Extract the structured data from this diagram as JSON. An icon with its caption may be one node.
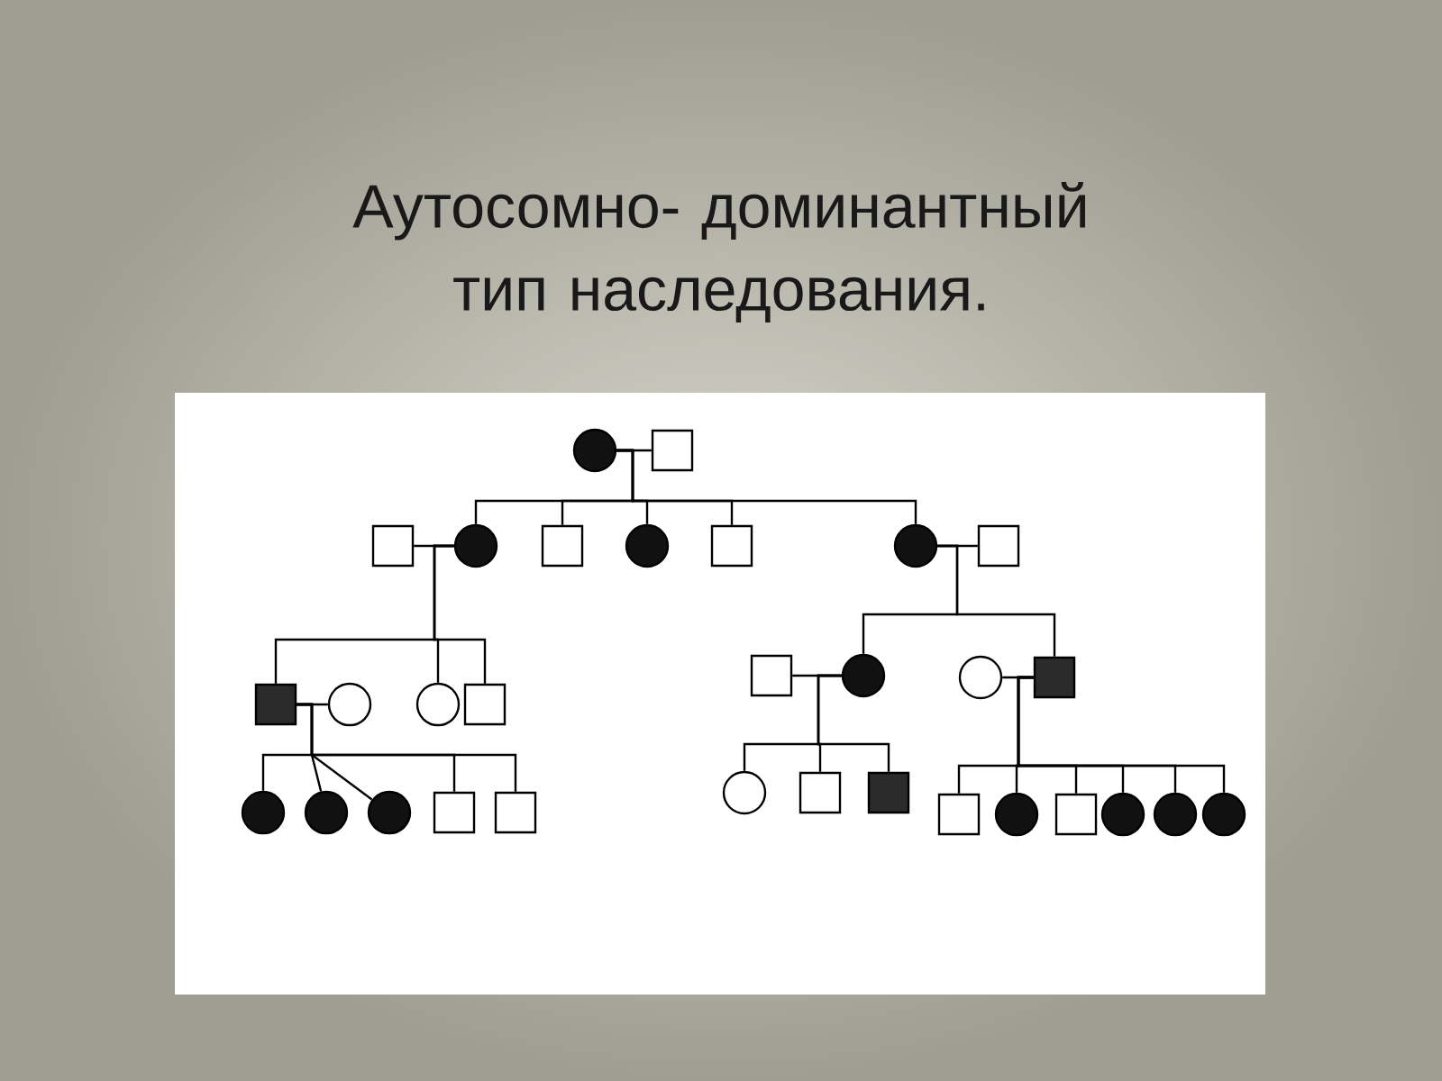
{
  "diagram": {
    "title": "Аутосомно- доминантный тип наследования.",
    "nodes": [
      {
        "text": [],
        "shape": "disc"
      },
      {
        "text": [],
        "shape": "box"
      },
      {
        "text": [],
        "shape": "box"
      },
      {
        "text": [],
        "shape": "disc"
      },
      {
        "text": [],
        "shape": "box"
      },
      {
        "text": [],
        "shape": "disc"
      },
      {
        "text": [],
        "shape": "box"
      },
      {
        "text": [],
        "shape": "disc"
      },
      {
        "text": [],
        "shape": "box"
      },
      {
        "text": [],
        "shape": "block"
      },
      {
        "text": [],
        "shape": "circle"
      },
      {
        "text": [],
        "shape": "circle"
      },
      {
        "text": [],
        "shape": "box"
      },
      {
        "text": [],
        "shape": "box"
      },
      {
        "text": [],
        "shape": "disc"
      },
      {
        "text": [],
        "shape": "circle"
      },
      {
        "text": [],
        "shape": "block"
      },
      {
        "text": [],
        "shape": "disc"
      },
      {
        "text": [],
        "shape": "disc"
      },
      {
        "text": [],
        "shape": "disc"
      },
      {
        "text": [],
        "shape": "box"
      },
      {
        "text": [],
        "shape": "box"
      },
      {
        "text": [],
        "shape": "circle"
      },
      {
        "text": [],
        "shape": "box"
      },
      {
        "text": [],
        "shape": "block"
      },
      {
        "text": [],
        "shape": "box"
      },
      {
        "text": [],
        "shape": "disc"
      },
      {
        "text": [],
        "shape": "box"
      },
      {
        "text": [],
        "shape": "disc"
      },
      {
        "text": [],
        "shape": "disc"
      },
      {
        "text": [],
        "shape": "disc"
      }
    ],
    "edges": [
      {
        "from": 0,
        "to": 1,
        "arrow": "none"
      },
      {
        "from": 0,
        "to": 3,
        "arrow": "none"
      },
      {
        "from": 0,
        "to": 4,
        "arrow": "none"
      },
      {
        "from": 0,
        "to": 5,
        "arrow": "none"
      },
      {
        "from": 0,
        "to": 6,
        "arrow": "none"
      },
      {
        "from": 0,
        "to": 7,
        "arrow": "none"
      },
      {
        "from": 2,
        "to": 3,
        "arrow": "none"
      },
      {
        "from": 3,
        "to": 9,
        "arrow": "none"
      },
      {
        "from": 3,
        "to": 11,
        "arrow": "none"
      },
      {
        "from": 3,
        "to": 12,
        "arrow": "none"
      },
      {
        "from": 7,
        "to": 8,
        "arrow": "none"
      },
      {
        "from": 7,
        "to": 14,
        "arrow": "none"
      },
      {
        "from": 7,
        "to": 16,
        "arrow": "none"
      },
      {
        "from": 9,
        "to": 10,
        "arrow": "none"
      },
      {
        "from": 9,
        "to": 17,
        "arrow": "none"
      },
      {
        "from": 9,
        "to": 18,
        "arrow": "none"
      },
      {
        "from": 9,
        "to": 19,
        "arrow": "none"
      },
      {
        "from": 9,
        "to": 20,
        "arrow": "none"
      },
      {
        "from": 9,
        "to": 21,
        "arrow": "none"
      },
      {
        "from": 13,
        "to": 14,
        "arrow": "none"
      },
      {
        "from": 14,
        "to": 22,
        "arrow": "none"
      },
      {
        "from": 14,
        "to": 23,
        "arrow": "none"
      },
      {
        "from": 14,
        "to": 24,
        "arrow": "none"
      },
      {
        "from": 15,
        "to": 16,
        "arrow": "none"
      },
      {
        "from": 16,
        "to": 25,
        "arrow": "none"
      },
      {
        "from": 16,
        "to": 26,
        "arrow": "none"
      },
      {
        "from": 16,
        "to": 27,
        "arrow": "none"
      },
      {
        "from": 16,
        "to": 28,
        "arrow": "none"
      },
      {
        "from": 16,
        "to": 29,
        "arrow": "none"
      },
      {
        "from": 16,
        "to": 30,
        "arrow": "none"
      }
    ]
  }
}
